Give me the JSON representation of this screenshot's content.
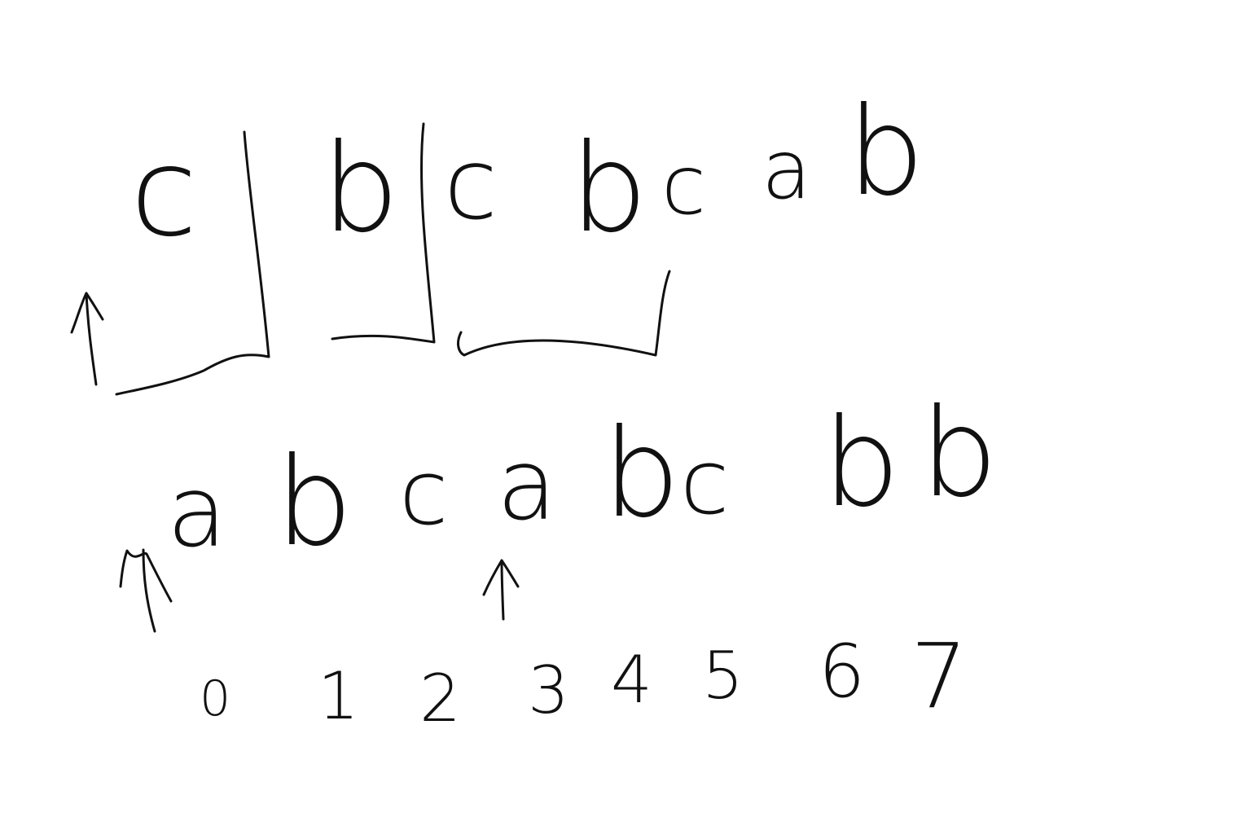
{
  "top_row": {
    "chars": [
      "c",
      "b",
      "c",
      "b",
      "c",
      "a",
      "b"
    ]
  },
  "middle_row": {
    "chars": [
      "a",
      "b",
      "c",
      "a",
      "b",
      "c",
      "b",
      "b"
    ]
  },
  "index_row": {
    "digits": [
      "0",
      "1",
      "2",
      "3",
      "4",
      "5",
      "6",
      "7"
    ]
  },
  "ink_color": "#111111",
  "background_color": "#ffffff",
  "icons": [
    "up-arrow-icon"
  ]
}
